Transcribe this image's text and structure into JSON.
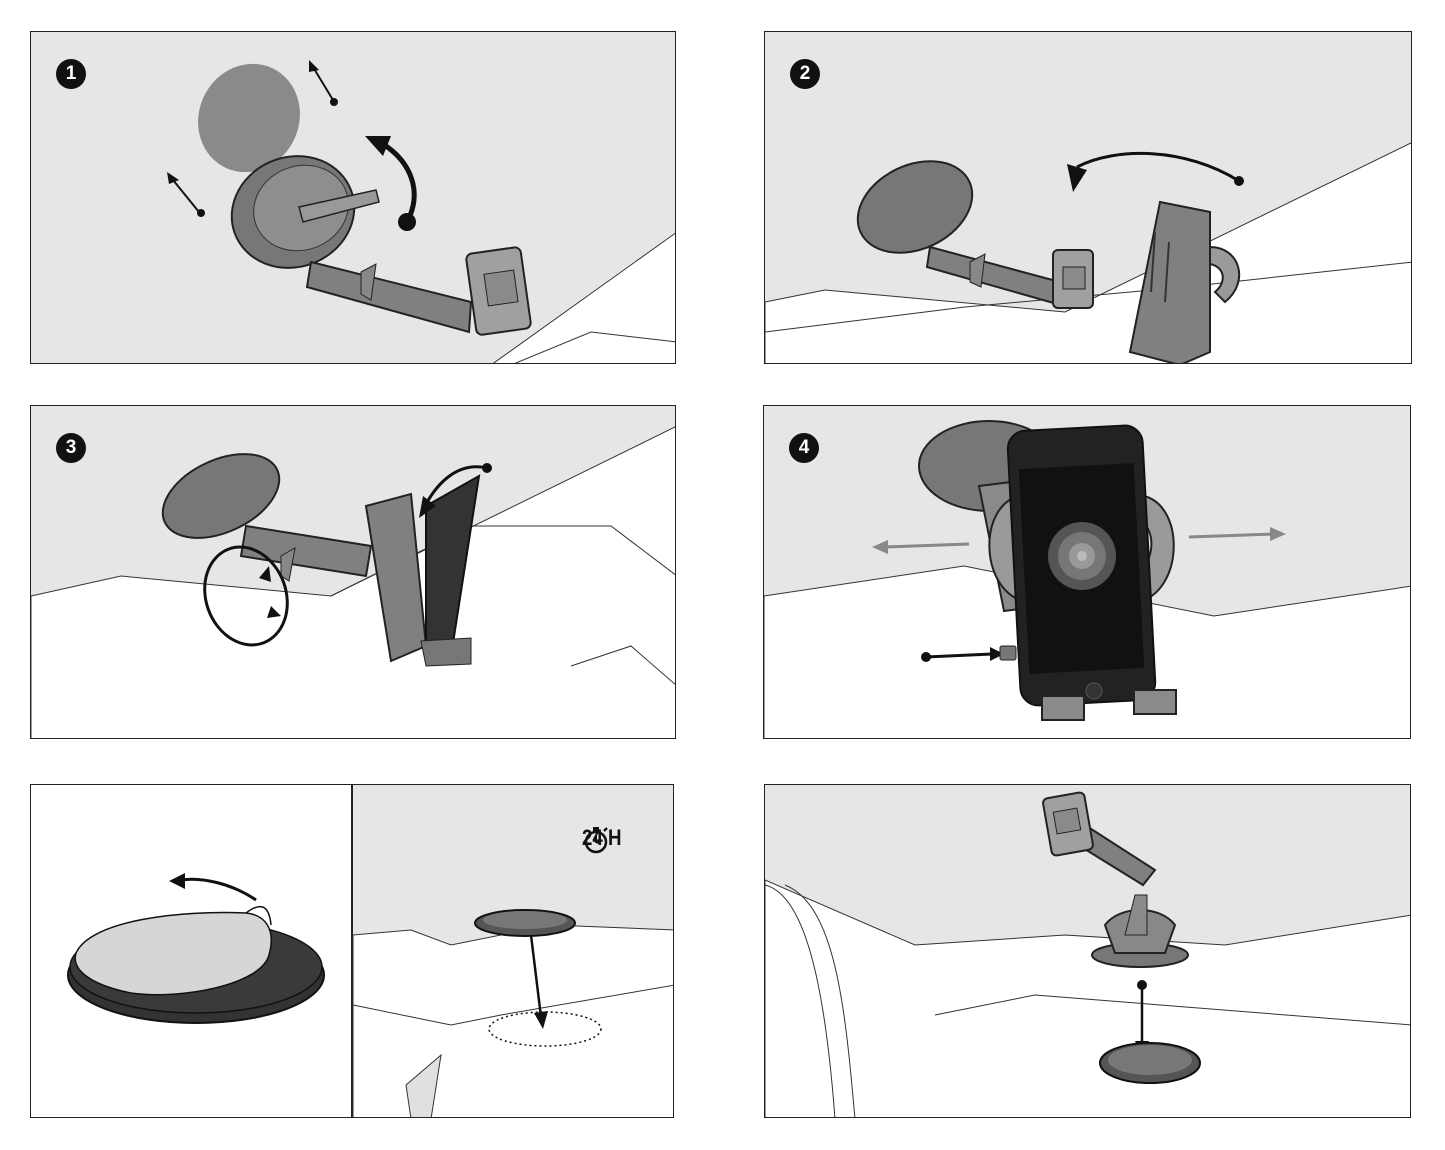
{
  "steps": [
    {
      "id": 1,
      "label": "1"
    },
    {
      "id": 2,
      "label": "2"
    },
    {
      "id": 3,
      "label": "3"
    },
    {
      "id": 4,
      "label": "4"
    }
  ],
  "curing_time": {
    "icon": "stopwatch-icon",
    "label": "24 H"
  },
  "colors": {
    "background": "#e6e6e6",
    "outline": "#222222",
    "mount_gray": "#8a8a8a",
    "arrow": "#111111",
    "pull_arrow": "#888888"
  }
}
